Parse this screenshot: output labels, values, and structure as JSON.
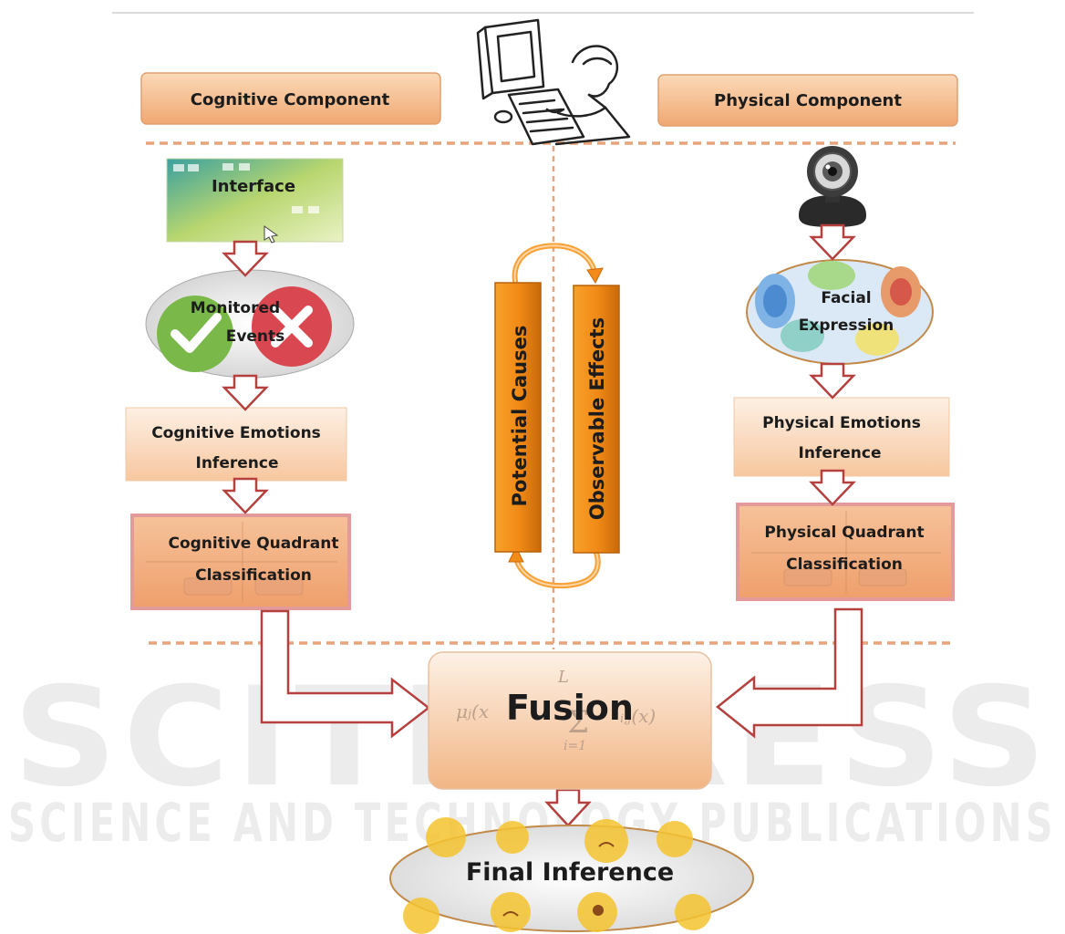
{
  "watermark": {
    "main": "SCITEPRESS",
    "sub": "SCIENCE AND TECHNOLOGY PUBLICATIONS"
  },
  "headers": {
    "cognitive": "Cognitive Component",
    "physical": "Physical Component"
  },
  "left": {
    "interface": "Interface",
    "monitored_line1": "Monitored",
    "monitored_line2": "Events",
    "inference_line1": "Cognitive Emotions",
    "inference_line2": "Inference",
    "quadrant_line1": "Cognitive Quadrant",
    "quadrant_line2": "Classification"
  },
  "right": {
    "facial_line1": "Facial",
    "facial_line2": "Expression",
    "inference_line1": "Physical Emotions",
    "inference_line2": "Inference",
    "quadrant_line1": "Physical Quadrant",
    "quadrant_line2": "Classification"
  },
  "center": {
    "potential_causes": "Potential Causes",
    "observable_effects": "Observable Effects"
  },
  "fusion": {
    "label": "Fusion"
  },
  "final": {
    "label": "Final Inference"
  },
  "colors": {
    "arrow_outline": "#b5413f",
    "dashed_line": "#e8a47a",
    "header_fill": "#f5bd8d",
    "bar_fill": "#f28b17",
    "quadrant_border": "#e39a9a"
  },
  "icons": [
    "computer-user-icon",
    "webcam-icon",
    "check-icon",
    "cross-icon",
    "emoji-faces-icon",
    "facial-map-icon"
  ]
}
